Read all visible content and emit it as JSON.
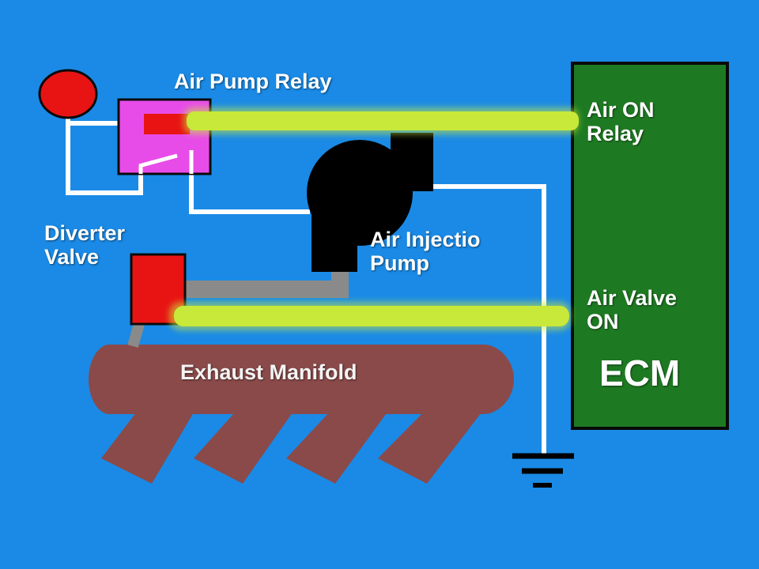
{
  "labels": {
    "air_pump_relay": "Air Pump Relay",
    "diverter_valve_line1": "Diverter",
    "diverter_valve_line2": "Valve",
    "air_injection_pump_line1": "Air Injectio",
    "air_injection_pump_line2": "Pump",
    "exhaust_manifold": "Exhaust Manifold",
    "air_on_relay_line1": "Air ON",
    "air_on_relay_line2": "Relay",
    "air_valve_on_line1": "Air Valve",
    "air_valve_on_line2": "ON",
    "ecm": "ECM"
  },
  "colors": {
    "background": "#1a8ae6",
    "ecm_box": "#1e7a22",
    "relay_box": "#e84ce8",
    "valve": "#e81414",
    "signal_glow": "#c8e83a",
    "manifold": "#8a4a4a",
    "pump": "#000000",
    "wire": "#ffffff",
    "hose": "#8a8a8a"
  }
}
